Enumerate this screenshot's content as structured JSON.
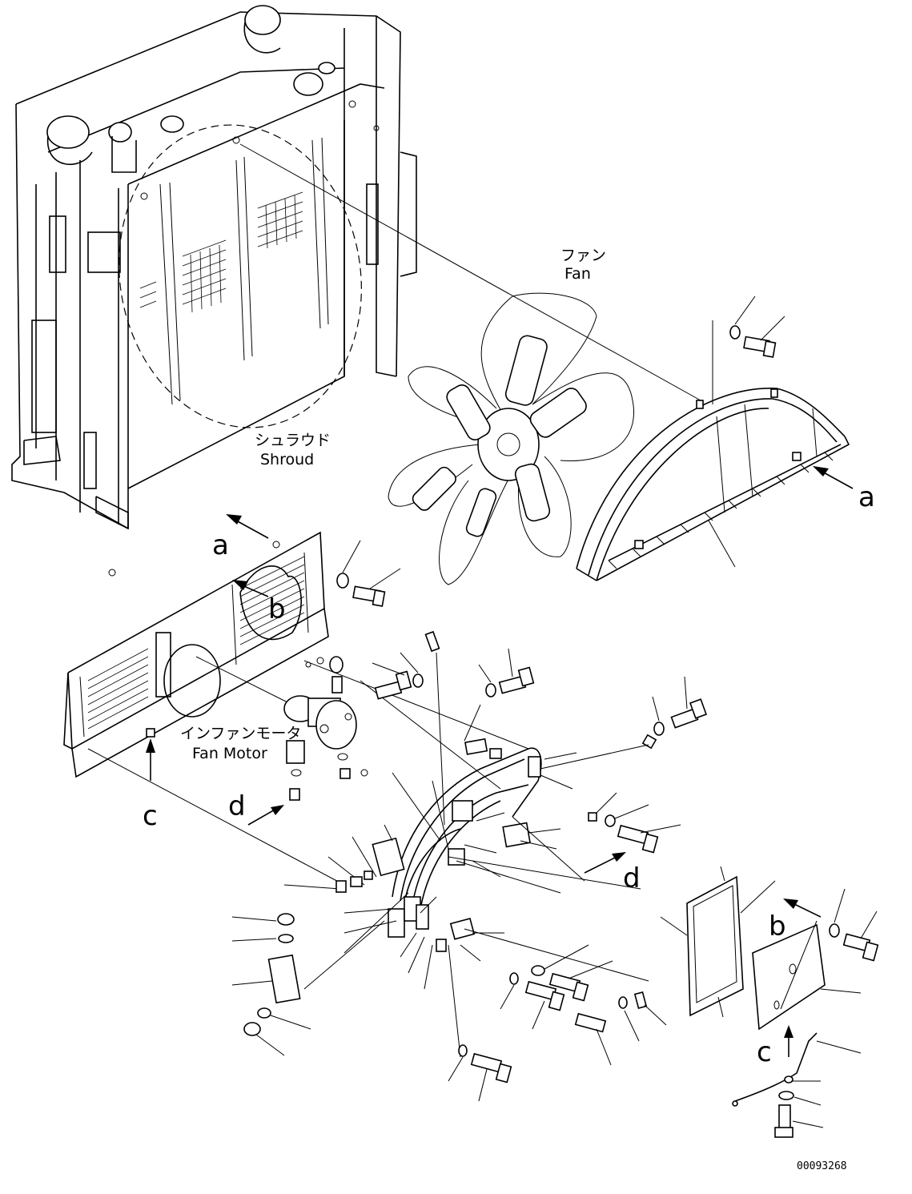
{
  "labels": {
    "fan_jp": "ファン",
    "fan_en": "Fan",
    "shroud_jp": "シュラウド",
    "shroud_en": "Shroud",
    "motor_jp": "インファンモータ",
    "motor_en": "Fan Motor",
    "view_a": "a",
    "view_b": "b",
    "view_c": "c",
    "view_d": "d",
    "drawing_no": "00093268"
  }
}
